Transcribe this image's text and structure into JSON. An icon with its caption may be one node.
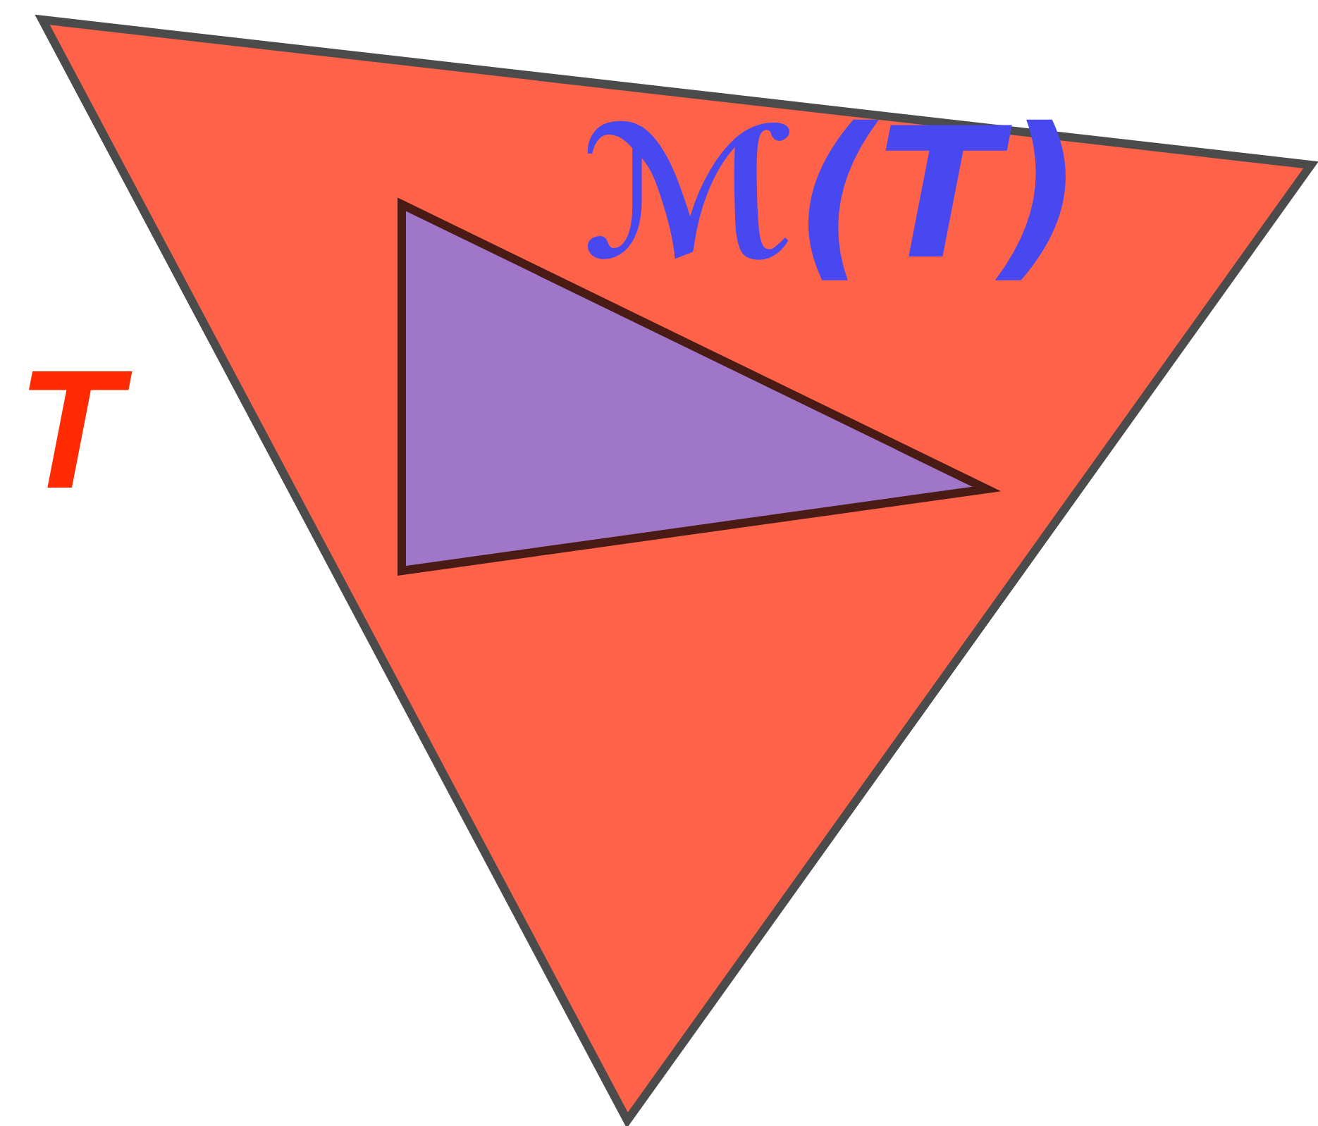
{
  "diagram": {
    "nodes": [
      {
        "text": [
          "T"
        ]
      },
      {
        "text": [
          "ℳ(T)"
        ],
        "in": 0
      }
    ]
  }
}
